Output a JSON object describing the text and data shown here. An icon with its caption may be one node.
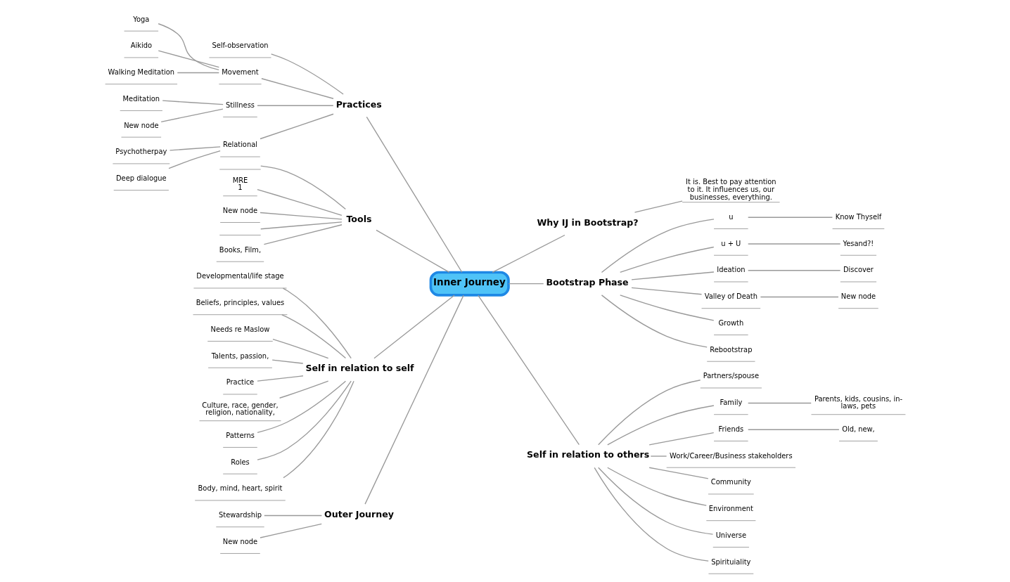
{
  "diagram": {
    "nodes": [
      {
        "text": [
          "Inner Journey"
        ]
      },
      {
        "text": [
          "Practices"
        ]
      },
      {
        "text": [
          "Self-observation"
        ]
      },
      {
        "text": [
          "Movement"
        ]
      },
      {
        "text": [
          "Yoga"
        ]
      },
      {
        "text": [
          "Aikido"
        ]
      },
      {
        "text": [
          "Walking Meditation"
        ]
      },
      {
        "text": [
          "Stillness"
        ]
      },
      {
        "text": [
          "Meditation"
        ]
      },
      {
        "text": [
          "New node"
        ]
      },
      {
        "text": [
          "Relational"
        ]
      },
      {
        "text": [
          "Psychotherpay"
        ]
      },
      {
        "text": [
          "Deep dialogue"
        ]
      },
      {
        "text": [
          "Tools"
        ]
      },
      {
        "text": [],
        "shape": "box"
      },
      {
        "text": [
          "MRE",
          "1"
        ]
      },
      {
        "text": [
          "New node"
        ]
      },
      {
        "text": [],
        "shape": "box"
      },
      {
        "text": [
          "Books, Film,"
        ]
      },
      {
        "text": [
          "Self in relation to self"
        ]
      },
      {
        "text": [
          "Developmental/life stage"
        ]
      },
      {
        "text": [
          "Beliefs, principles, values"
        ]
      },
      {
        "text": [
          "Needs re Maslow"
        ]
      },
      {
        "text": [
          "Talents, passion,"
        ]
      },
      {
        "text": [
          "Practice"
        ]
      },
      {
        "text": [
          "Culture, race, gender, religion, nationality,"
        ]
      },
      {
        "text": [
          "Patterns"
        ]
      },
      {
        "text": [
          "Roles"
        ]
      },
      {
        "text": [
          "Body, mind, heart, spirit"
        ]
      },
      {
        "text": [
          "Outer Journey"
        ]
      },
      {
        "text": [
          "Stewardship"
        ]
      },
      {
        "text": [
          "New node"
        ]
      },
      {
        "text": [
          "Why IJ in Bootstrap?"
        ]
      },
      {
        "text": [
          "It is. Best to pay attention to it. It influences us, our businesses, everything."
        ]
      },
      {
        "text": [
          "Bootstrap Phase"
        ]
      },
      {
        "text": [
          "u"
        ]
      },
      {
        "text": [
          "Know Thyself"
        ]
      },
      {
        "text": [
          "u + U"
        ]
      },
      {
        "text": [
          "Yesand?!"
        ]
      },
      {
        "text": [
          "Ideation"
        ]
      },
      {
        "text": [
          "Discover"
        ]
      },
      {
        "text": [
          "Valley of Death"
        ]
      },
      {
        "text": [
          "New node"
        ]
      },
      {
        "text": [
          "Growth"
        ]
      },
      {
        "text": [
          "Rebootstrap"
        ]
      },
      {
        "text": [
          "Self in relation to others"
        ]
      },
      {
        "text": [
          "Partners/spouse"
        ]
      },
      {
        "text": [
          "Family"
        ]
      },
      {
        "text": [
          "Parents, kids, cousins, in-laws, pets"
        ]
      },
      {
        "text": [
          "Friends"
        ]
      },
      {
        "text": [
          "Old, new,"
        ]
      },
      {
        "text": [
          "Work/Career/Business stakeholders"
        ]
      },
      {
        "text": [
          "Community"
        ]
      },
      {
        "text": [
          "Environment"
        ]
      },
      {
        "text": [
          "Universe"
        ]
      },
      {
        "text": [
          "Spirituiality"
        ]
      }
    ],
    "edges": [
      {
        "from": 0,
        "to": 1,
        "arrow": "none"
      },
      {
        "from": 1,
        "to": 2,
        "arrow": "none"
      },
      {
        "from": 1,
        "to": 3,
        "arrow": "none"
      },
      {
        "from": 3,
        "to": 4,
        "arrow": "none"
      },
      {
        "from": 3,
        "to": 5,
        "arrow": "none"
      },
      {
        "from": 3,
        "to": 6,
        "arrow": "none"
      },
      {
        "from": 1,
        "to": 7,
        "arrow": "none"
      },
      {
        "from": 7,
        "to": 8,
        "arrow": "none"
      },
      {
        "from": 7,
        "to": 9,
        "arrow": "none"
      },
      {
        "from": 1,
        "to": 10,
        "arrow": "none"
      },
      {
        "from": 10,
        "to": 11,
        "arrow": "none"
      },
      {
        "from": 10,
        "to": 12,
        "arrow": "none"
      },
      {
        "from": 0,
        "to": 13,
        "arrow": "none"
      },
      {
        "from": 13,
        "to": 14,
        "arrow": "none"
      },
      {
        "from": 13,
        "to": 15,
        "arrow": "none"
      },
      {
        "from": 13,
        "to": 16,
        "arrow": "none"
      },
      {
        "from": 13,
        "to": 17,
        "arrow": "none"
      },
      {
        "from": 13,
        "to": 18,
        "arrow": "none"
      },
      {
        "from": 0,
        "to": 19,
        "arrow": "none"
      },
      {
        "from": 19,
        "to": 20,
        "arrow": "none"
      },
      {
        "from": 19,
        "to": 21,
        "arrow": "none"
      },
      {
        "from": 19,
        "to": 22,
        "arrow": "none"
      },
      {
        "from": 19,
        "to": 23,
        "arrow": "none"
      },
      {
        "from": 19,
        "to": 24,
        "arrow": "none"
      },
      {
        "from": 19,
        "to": 25,
        "arrow": "none"
      },
      {
        "from": 19,
        "to": 26,
        "arrow": "none"
      },
      {
        "from": 19,
        "to": 27,
        "arrow": "none"
      },
      {
        "from": 19,
        "to": 28,
        "arrow": "none"
      },
      {
        "from": 0,
        "to": 29,
        "arrow": "none"
      },
      {
        "from": 29,
        "to": 30,
        "arrow": "none"
      },
      {
        "from": 29,
        "to": 31,
        "arrow": "none"
      },
      {
        "from": 0,
        "to": 32,
        "arrow": "none"
      },
      {
        "from": 32,
        "to": 33,
        "arrow": "none"
      },
      {
        "from": 0,
        "to": 34,
        "arrow": "none"
      },
      {
        "from": 34,
        "to": 35,
        "arrow": "none"
      },
      {
        "from": 35,
        "to": 36,
        "arrow": "none"
      },
      {
        "from": 34,
        "to": 37,
        "arrow": "none"
      },
      {
        "from": 37,
        "to": 38,
        "arrow": "none"
      },
      {
        "from": 34,
        "to": 39,
        "arrow": "none"
      },
      {
        "from": 39,
        "to": 40,
        "arrow": "none"
      },
      {
        "from": 34,
        "to": 41,
        "arrow": "none"
      },
      {
        "from": 41,
        "to": 42,
        "arrow": "none"
      },
      {
        "from": 34,
        "to": 43,
        "arrow": "none"
      },
      {
        "from": 34,
        "to": 44,
        "arrow": "none"
      },
      {
        "from": 0,
        "to": 45,
        "arrow": "none"
      },
      {
        "from": 45,
        "to": 46,
        "arrow": "none"
      },
      {
        "from": 45,
        "to": 47,
        "arrow": "none"
      },
      {
        "from": 47,
        "to": 48,
        "arrow": "none"
      },
      {
        "from": 45,
        "to": 49,
        "arrow": "none"
      },
      {
        "from": 49,
        "to": 50,
        "arrow": "none"
      },
      {
        "from": 45,
        "to": 51,
        "arrow": "none"
      },
      {
        "from": 45,
        "to": 52,
        "arrow": "none"
      },
      {
        "from": 45,
        "to": 53,
        "arrow": "none"
      },
      {
        "from": 45,
        "to": 54,
        "arrow": "none"
      },
      {
        "from": 45,
        "to": 55,
        "arrow": "none"
      }
    ]
  }
}
